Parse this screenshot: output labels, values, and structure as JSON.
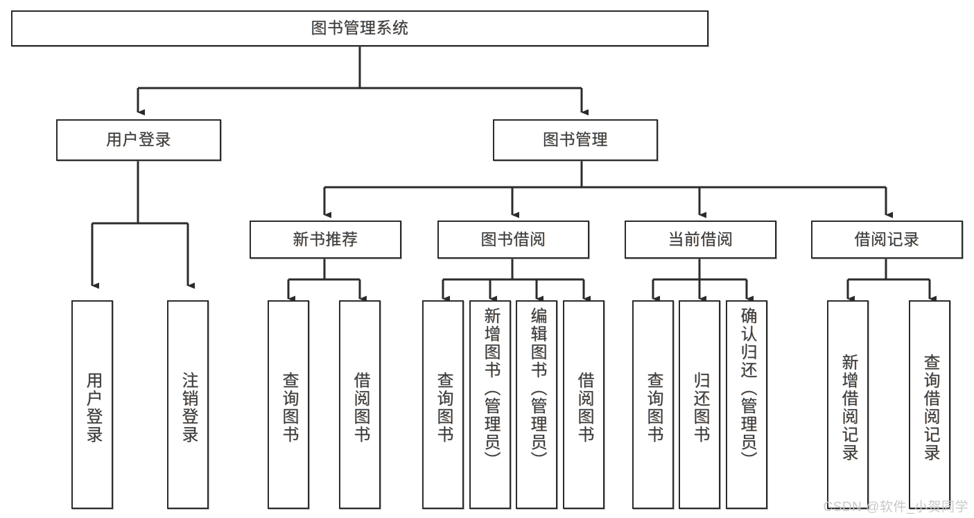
{
  "diagram": {
    "type": "tree-hierarchy-chart",
    "title": "图书管理系统",
    "stroke_color": "#2b2b2b",
    "background_color": "#ffffff",
    "text_color": "#3a3a3a",
    "watermark": "CSDN @软件_小贺同学",
    "levels": 3,
    "nodes": {
      "root": {
        "label": "图书管理系统",
        "level": 0
      },
      "l1_a": {
        "label": "用户登录",
        "level": 1
      },
      "l1_b": {
        "label": "图书管理",
        "level": 1
      },
      "l2_a": {
        "label": "新书推荐",
        "level": 2
      },
      "l2_b": {
        "label": "图书借阅",
        "level": 2
      },
      "l2_c": {
        "label": "当前借阅",
        "level": 2
      },
      "l2_d": {
        "label": "借阅记录",
        "level": 2
      },
      "leaf_1": {
        "label": "用户登录",
        "level": 3
      },
      "leaf_2": {
        "label": "注销登录",
        "level": 3
      },
      "leaf_3": {
        "label": "查询图书",
        "level": 3
      },
      "leaf_4": {
        "label": "借阅图书",
        "level": 3
      },
      "leaf_5": {
        "label": "查询图书",
        "level": 3
      },
      "leaf_6": {
        "label": "新增图书（管理员）",
        "level": 3
      },
      "leaf_7": {
        "label": "编辑图书（管理员）",
        "level": 3
      },
      "leaf_8": {
        "label": "借阅图书",
        "level": 3
      },
      "leaf_9": {
        "label": "查询图书",
        "level": 3
      },
      "leaf_10": {
        "label": "归还图书",
        "level": 3
      },
      "leaf_11": {
        "label": "确认归还（管理员）",
        "level": 3
      },
      "leaf_12": {
        "label": "新增借阅记录",
        "level": 3
      },
      "leaf_13": {
        "label": "查询借阅记录",
        "level": 3
      }
    },
    "edges": [
      {
        "from": "root",
        "to": "l1_a"
      },
      {
        "from": "root",
        "to": "l1_b"
      },
      {
        "from": "l1_a",
        "to": "leaf_1"
      },
      {
        "from": "l1_a",
        "to": "leaf_2"
      },
      {
        "from": "l1_b",
        "to": "l2_a"
      },
      {
        "from": "l1_b",
        "to": "l2_b"
      },
      {
        "from": "l1_b",
        "to": "l2_c"
      },
      {
        "from": "l1_b",
        "to": "l2_d"
      },
      {
        "from": "l2_a",
        "to": "leaf_3"
      },
      {
        "from": "l2_a",
        "to": "leaf_4"
      },
      {
        "from": "l2_b",
        "to": "leaf_5"
      },
      {
        "from": "l2_b",
        "to": "leaf_6"
      },
      {
        "from": "l2_b",
        "to": "leaf_7"
      },
      {
        "from": "l2_b",
        "to": "leaf_8"
      },
      {
        "from": "l2_c",
        "to": "leaf_9"
      },
      {
        "from": "l2_c",
        "to": "leaf_10"
      },
      {
        "from": "l2_c",
        "to": "leaf_11"
      },
      {
        "from": "l2_d",
        "to": "leaf_12"
      },
      {
        "from": "l2_d",
        "to": "leaf_13"
      }
    ]
  }
}
